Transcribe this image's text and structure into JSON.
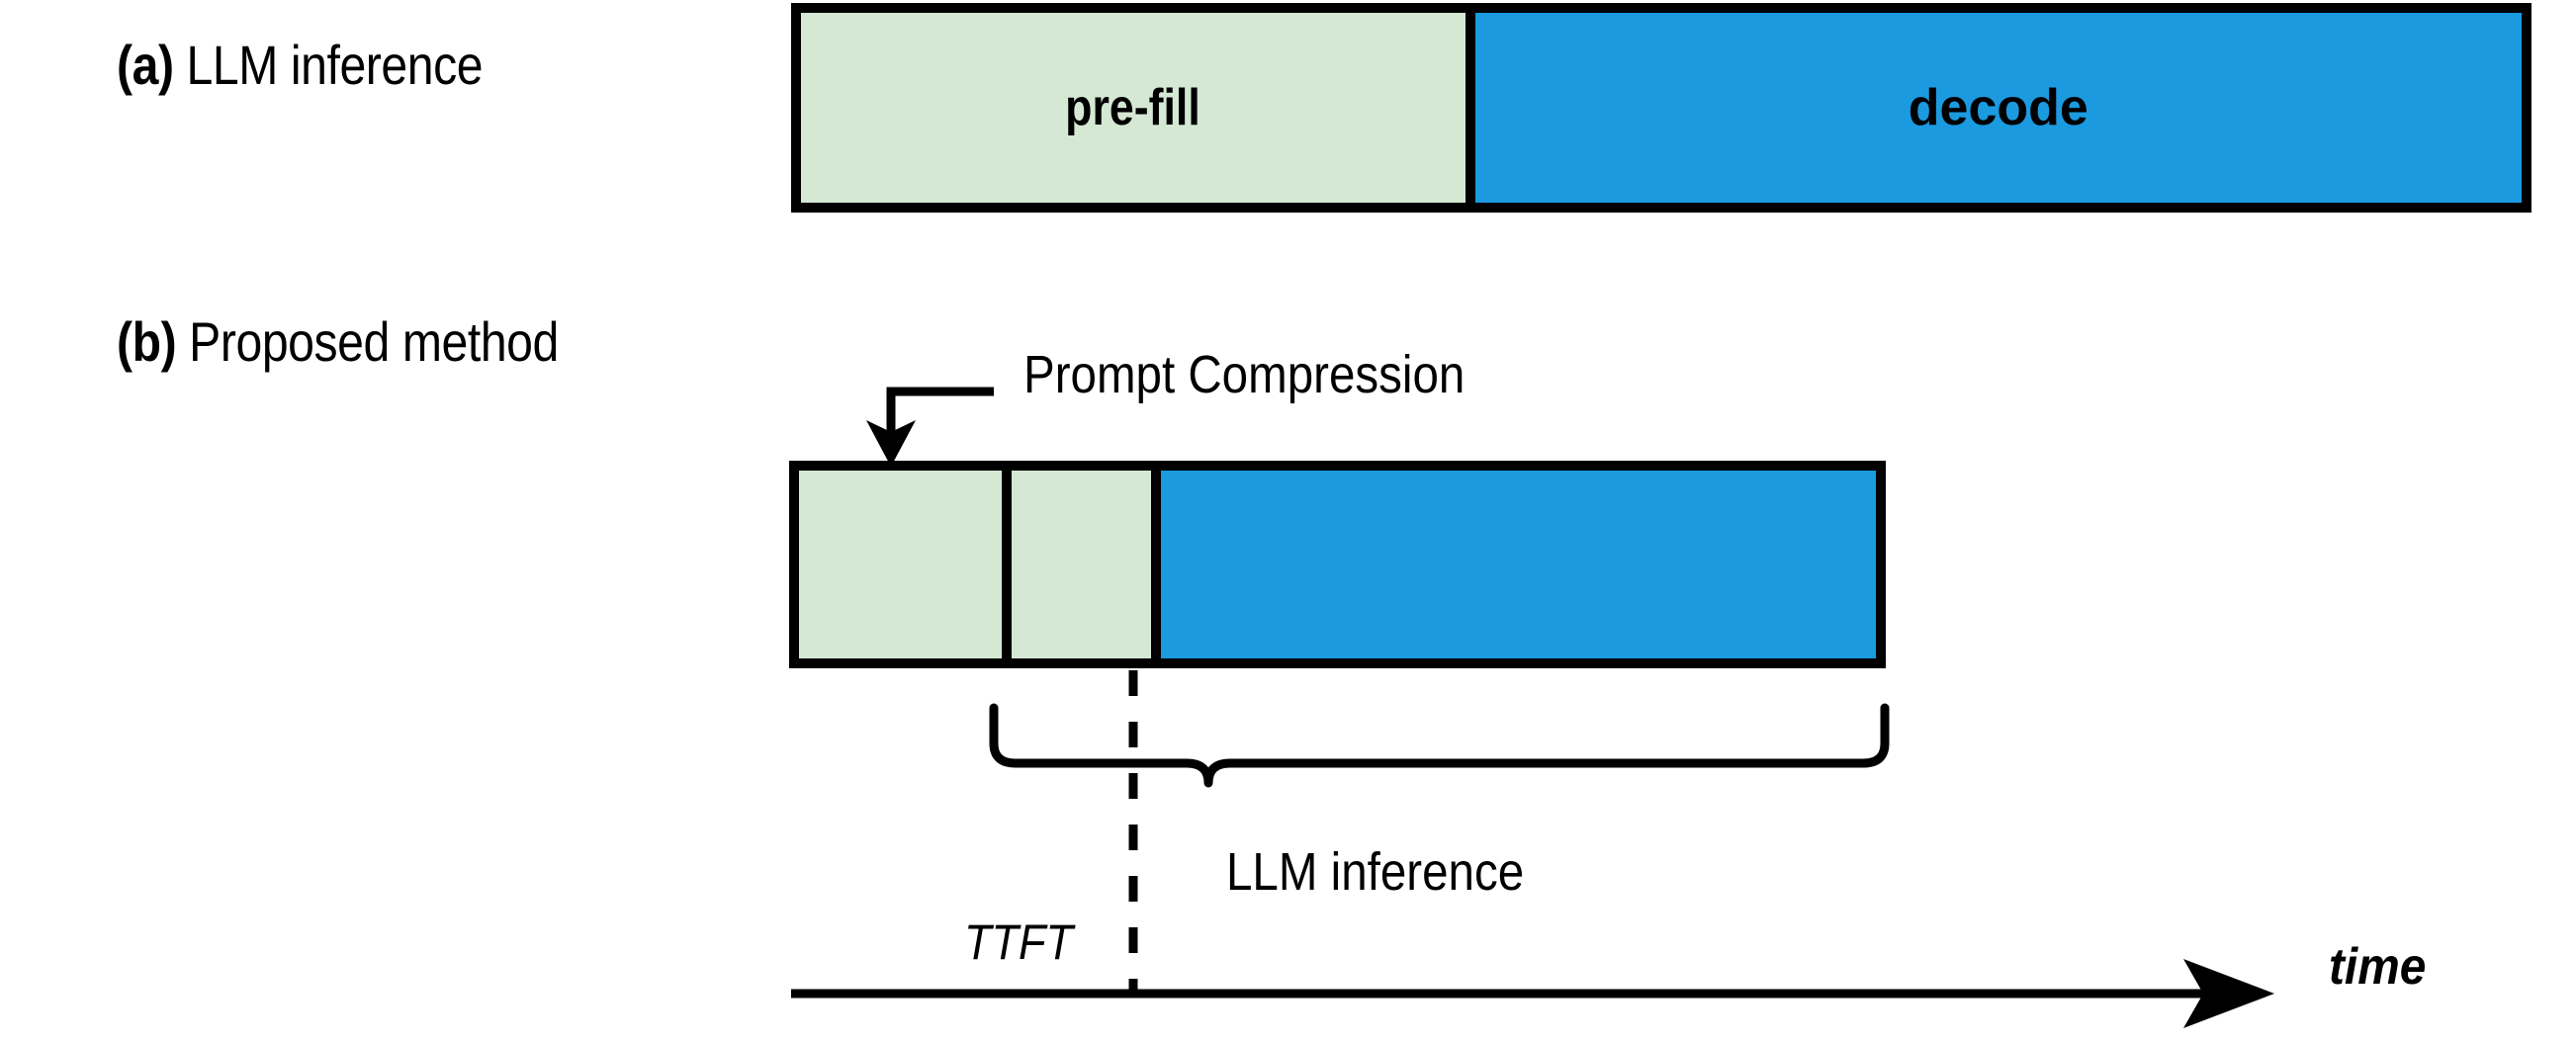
{
  "figure": {
    "title": "LLM inference vs. proposed method timeline",
    "background_color": "#ffffff",
    "stroke_color": "#000000",
    "colors": {
      "green_fill": "#d5e8d4",
      "blue_fill": "#1b9ae0",
      "outline": "#000000"
    }
  },
  "rows": [
    {
      "tag": "(a)",
      "label": " LLM inference",
      "segments": [
        {
          "name": "pre-fill",
          "label": "pre-fill",
          "fill": "green"
        },
        {
          "name": "decode",
          "label": "decode",
          "fill": "blue"
        }
      ]
    },
    {
      "tag": "(b)",
      "label": " Proposed method",
      "segments": [
        {
          "name": "prompt-compression",
          "label": "",
          "fill": "green"
        },
        {
          "name": "pre-fill",
          "label": "",
          "fill": "green"
        },
        {
          "name": "decode",
          "label": "",
          "fill": "blue"
        }
      ]
    }
  ],
  "annotations": {
    "prompt_compression": "Prompt Compression",
    "llm_inference_brace": "LLM inference",
    "ttft": "TTFT",
    "time_axis": "time"
  },
  "icons": {
    "callout_arrow": "elbow-arrow-down-icon",
    "brace": "curly-brace-icon",
    "axis_arrow": "arrow-right-icon",
    "ttft_marker": "dashed-vertical-line-icon"
  }
}
